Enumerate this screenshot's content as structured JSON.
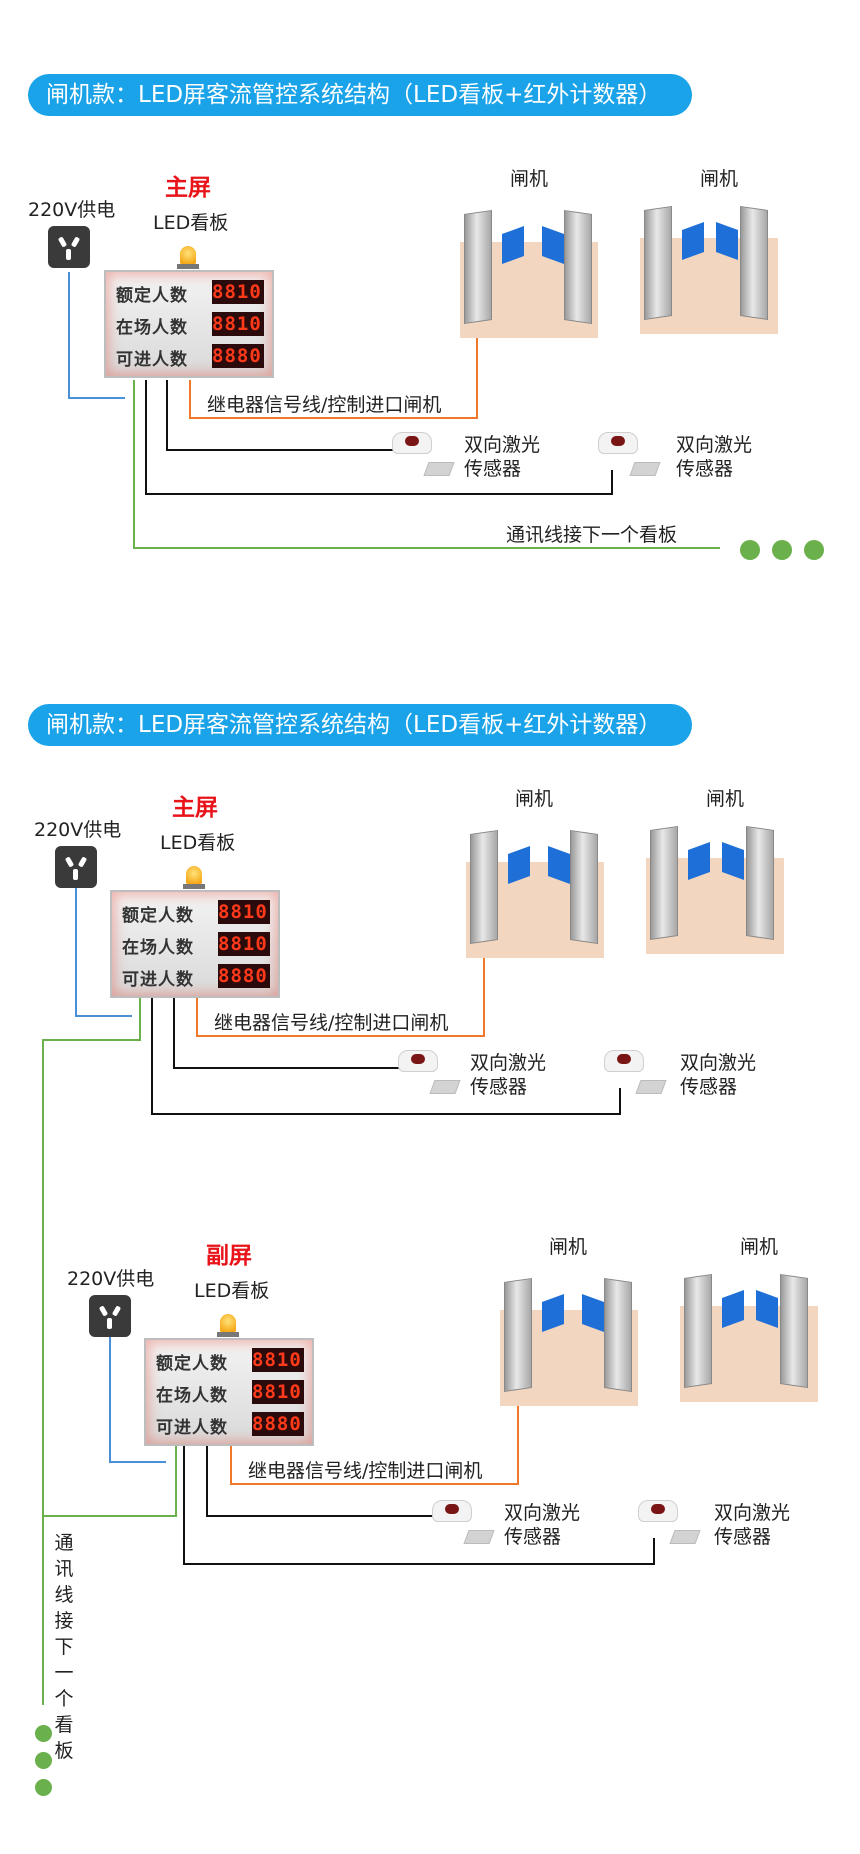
{
  "banner_title": "闸机款：LED屏客流管控系统结构（LED看板+红外计数器）",
  "labels": {
    "main_screen": "主屏",
    "sub_screen": "副屏",
    "led_board": "LED看板",
    "power": "220V供电",
    "gate": "闸机",
    "relay_line": "继电器信号线/控制进口闸机",
    "sensor_line1": "双向激光",
    "sensor_line2": "传感器",
    "comm_line": "通讯线接下一个看板",
    "comm_line_vertical": [
      "通",
      "讯",
      "线",
      "接",
      "下",
      "一",
      "个",
      "看",
      "板"
    ]
  },
  "board_rows": [
    {
      "label": "额定人数",
      "digits": "8810"
    },
    {
      "label": "在场人数",
      "digits": "8810"
    },
    {
      "label": "可进人数",
      "digits": "8880"
    }
  ],
  "colors": {
    "banner": "#1aa3e8",
    "power_wire": "#4a90d9",
    "relay_wire": "#f0782a",
    "sensor_wire": "#111111",
    "comm_wire": "#6ab04c",
    "screen_label": "#e8141a"
  }
}
